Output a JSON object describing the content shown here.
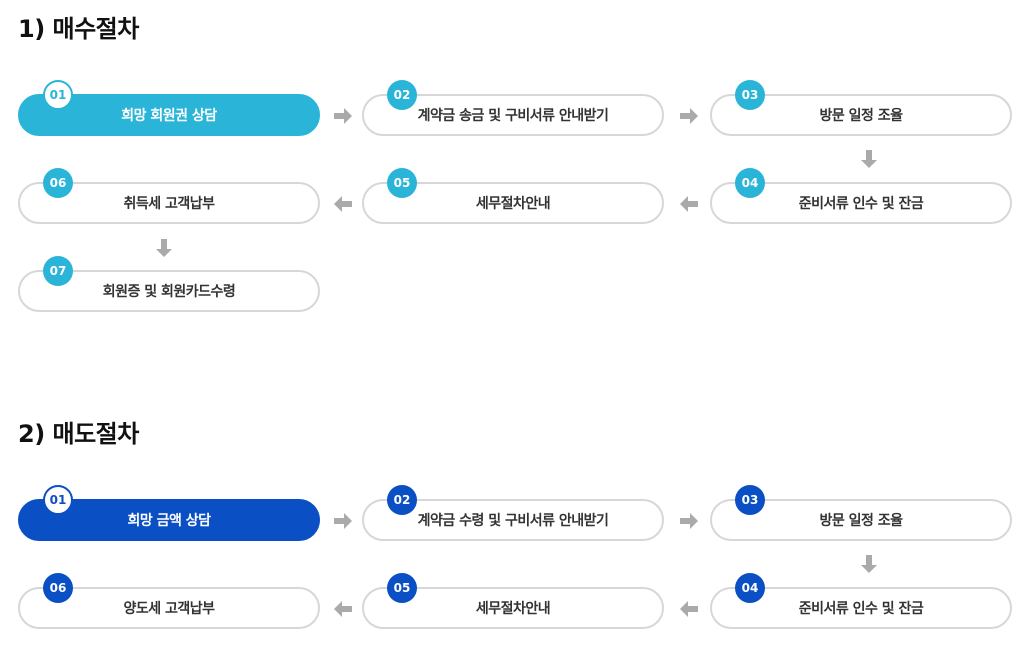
{
  "buy": {
    "title": "1) 매수절차",
    "steps": [
      {
        "num": "01",
        "label": "희망 회원권 상담",
        "active": true
      },
      {
        "num": "02",
        "label": "계약금 송금 및 구비서류 안내받기",
        "active": false
      },
      {
        "num": "03",
        "label": "방문 일정 조율",
        "active": false
      },
      {
        "num": "04",
        "label": "준비서류 인수 및 잔금",
        "active": false
      },
      {
        "num": "05",
        "label": "세무절차안내",
        "active": false
      },
      {
        "num": "06",
        "label": "취득세 고객납부",
        "active": false
      },
      {
        "num": "07",
        "label": "회원증 및 회원카드수령",
        "active": false
      }
    ]
  },
  "sell": {
    "title": "2) 매도절차",
    "steps": [
      {
        "num": "01",
        "label": "희망 금액 상담",
        "active": true
      },
      {
        "num": "02",
        "label": "계약금 수령 및 구비서류 안내받기",
        "active": false
      },
      {
        "num": "03",
        "label": "방문 일정 조율",
        "active": false
      },
      {
        "num": "04",
        "label": "준비서류 인수 및 잔금",
        "active": false
      },
      {
        "num": "05",
        "label": "세무절차안내",
        "active": false
      },
      {
        "num": "06",
        "label": "양도세 고객납부",
        "active": false
      }
    ]
  },
  "colors": {
    "buy_accent": "#2ab4d8",
    "sell_accent": "#0a4fc4",
    "border": "#d7d7d7",
    "arrow": "#aaaaaa"
  },
  "icons": {
    "arrow_right": "arrow-right-icon",
    "arrow_left": "arrow-left-icon",
    "arrow_down": "arrow-down-icon"
  }
}
